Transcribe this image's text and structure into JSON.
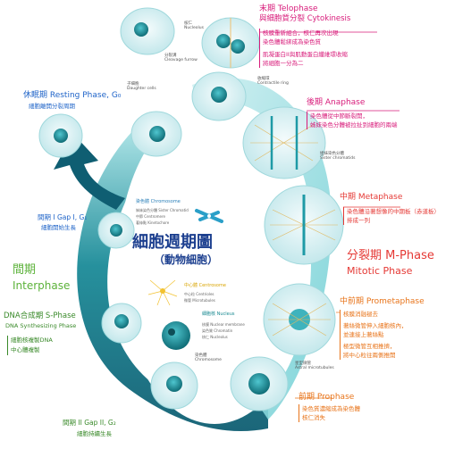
{
  "title": {
    "main": "細胞週期圖",
    "sub": "（動物細胞）"
  },
  "interphase": {
    "zh": "間期",
    "en": "Interphase"
  },
  "mphase": {
    "zh": "分裂期 M-Phase",
    "en": "Mitotic Phase"
  },
  "resting": {
    "title": "休眠期 Resting Phase, G₀",
    "desc": "細胞離開分裂周期"
  },
  "g1": {
    "title": "間期 I Gap I, G₁",
    "desc": "細胞開始生長"
  },
  "s": {
    "title": "DNA合成期 S-Phase",
    "en": "DNA Synthesizing Phase",
    "desc1": "細胞核複製DNA",
    "desc2": "中心體複製"
  },
  "g2": {
    "title": "間期 II Gap II, G₂",
    "desc": "細胞持續生長"
  },
  "prophase": {
    "title": "前期 Prophase",
    "desc1": "染色質濃縮成為染色體",
    "desc2": "核仁消失"
  },
  "prometaphase": {
    "title": "中前期 Prometaphase",
    "d1": "核膜消融褪去",
    "d2": "著絲微管伸入細胞核內，",
    "d3": "並連接上著絲點",
    "d4": "極型微管互相推擠，",
    "d5": "將中心粒往兩側推開"
  },
  "metaphase": {
    "title": "中期 Metaphase",
    "d1": "染色體沿著想像的中期板（赤道板）",
    "d2": "排成一列"
  },
  "anaphase": {
    "title": "後期 Anaphase",
    "d1": "染色體從中節斷裂開，",
    "d2": "姊妹染色分體被拉扯到細胞的兩端"
  },
  "telophase": {
    "title1": "末期 Telophase",
    "title2": "與細胞質分裂 Cytokinesis",
    "d1": "核膜重新組合，核仁再次出現",
    "d2": "染色體鬆綁成為染色質",
    "d3": "肌凝蛋白II與肌動蛋白纖維環收縮",
    "d4": "將細胞一分為二"
  },
  "labels": {
    "nucleolus": "核仁\nNucleolus",
    "cleavage": "分裂溝\nCleavage furrow",
    "contractile": "收縮環\nContractile ring",
    "daughter": "子細胞\nDaughter cells",
    "sister_chromatids": "姐妹染色分體\nSister chromatids",
    "astral": "星型微管\nAstral microtubules",
    "chromosome_title": "染色體 Chromosome",
    "chromosome_items": [
      "姊妹染色分體 Sister Chromatid",
      "中節 Centromere",
      "著絲點 Kinetochore"
    ],
    "centrosome_title": "中心體 Centrosome",
    "centrosome_items": [
      "中心粒 Centrioles",
      "微管 Microtubules"
    ],
    "nucleus_title": "細胞核 Nucleus",
    "nucleus_items": [
      "核膜 Nuclear membrane",
      "染色質 Chromatin",
      "核仁 Nucleolus"
    ],
    "chromosome2": "染色體\nChromosome"
  },
  "colors": {
    "ring_dark": "#0f5e72",
    "ring_light": "#4cc3c9",
    "cell_fill": "#dff3f5",
    "cell_core": "#2aa0a8",
    "nucleus_dark": "#1a6e76",
    "pink": "#d81b7a",
    "orange": "#e8741a",
    "red": "#e53935",
    "blue": "#1e63c8",
    "green": "#5cb23a"
  }
}
